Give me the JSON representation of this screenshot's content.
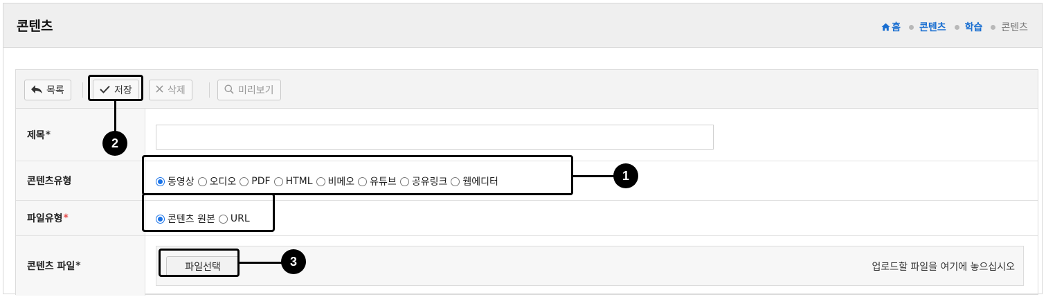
{
  "header": {
    "title": "콘텐츠",
    "breadcrumb": [
      {
        "label": "홈"
      },
      {
        "label": "콘텐츠"
      },
      {
        "label": "학습"
      },
      {
        "label": "콘텐츠"
      }
    ]
  },
  "toolbar": {
    "list_label": "목록",
    "save_label": "저장",
    "delete_label": "삭제",
    "preview_label": "미리보기"
  },
  "form": {
    "title": {
      "label": "제목",
      "required_mark": "*",
      "value": ""
    },
    "content_type": {
      "label": "콘텐츠유형",
      "options": [
        "동영상",
        "오디오",
        "PDF",
        "HTML",
        "비메오",
        "유튜브",
        "공유링크",
        "웹에디터"
      ],
      "selected": "동영상"
    },
    "file_type": {
      "label": "파일유형",
      "required_mark": "*",
      "options": [
        "콘텐츠 원본",
        "URL"
      ],
      "selected": "콘텐츠 원본"
    },
    "content_file": {
      "label": "콘텐츠 파일",
      "required_mark": "*",
      "button_label": "파일선택",
      "drop_hint": "업로드할 파일을 여기에 놓으십시오"
    }
  },
  "callouts": [
    "1",
    "2",
    "3"
  ],
  "colors": {
    "accent_blue": "#1a6fd1",
    "required_red": "#e34b4b",
    "annotation": "#000000"
  }
}
